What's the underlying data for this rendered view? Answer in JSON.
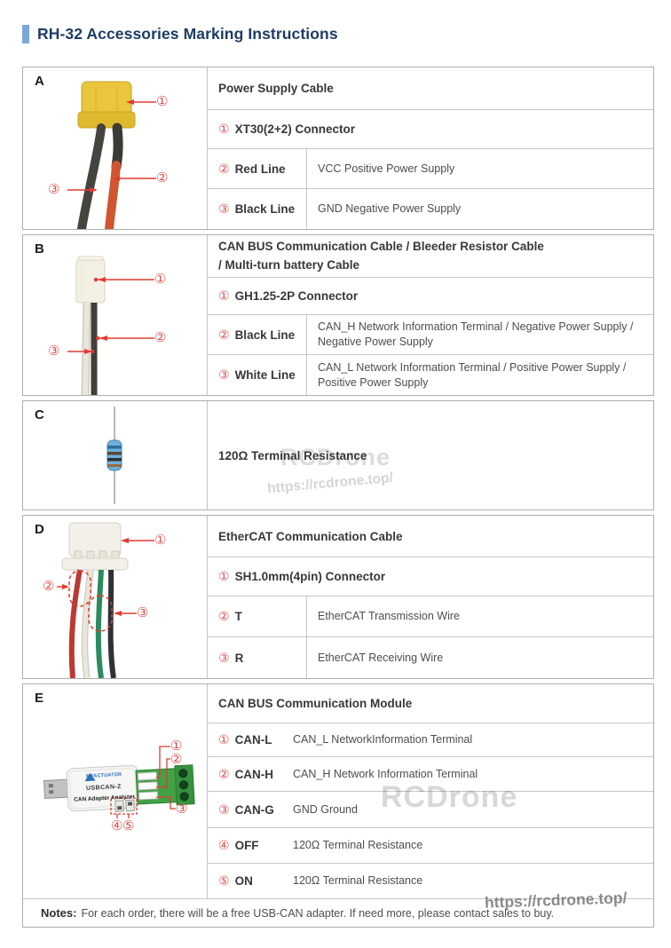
{
  "page": {
    "title": "RH-32 Accessories Marking Instructions"
  },
  "watermarks": {
    "brand": "RCDrone",
    "site": "https://rcdrone.top/"
  },
  "notes": {
    "label": "Notes:",
    "text": "For each order, there will be a free USB-CAN adapter. If need more, please contact sales to buy."
  },
  "sections": {
    "a": {
      "label": "A",
      "title": "Power Supply  Cable",
      "connector": {
        "num": "①",
        "text": "XT30(2+2) Connector"
      },
      "rows": [
        {
          "num": "②",
          "label": "Red Line",
          "desc": "VCC Positive Power Supply"
        },
        {
          "num": "③",
          "label": "Black Line",
          "desc": "GND Negative Power Supply"
        }
      ],
      "callouts": {
        "c1": "①",
        "c2": "②",
        "c3": "③"
      }
    },
    "b": {
      "label": "B",
      "title_line1": "CAN BUS Communication Cable / Bleeder Resistor Cable",
      "title_line2": "/ Multi-turn battery  Cable",
      "connector": {
        "num": "①",
        "text": "GH1.25-2P Connector"
      },
      "rows": [
        {
          "num": "②",
          "label": "Black Line",
          "desc": "CAN_H Network Information Terminal / Negative Power Supply / Negative Power Supply"
        },
        {
          "num": "③",
          "label": "White Line",
          "desc": "CAN_L Network Information Terminal / Positive Power Supply / Positive Power Supply"
        }
      ],
      "callouts": {
        "c1": "①",
        "c2": "②",
        "c3": "③"
      }
    },
    "c": {
      "label": "C",
      "text": "120Ω Terminal Resistance"
    },
    "d": {
      "label": "D",
      "title": "EtherCAT Communication Cable",
      "connector": {
        "num": "①",
        "text": "SH1.0mm(4pin) Connector"
      },
      "rows": [
        {
          "num": "②",
          "label": "T",
          "desc": "EtherCAT Transmission Wire"
        },
        {
          "num": "③",
          "label": "R",
          "desc": "EtherCAT Receiving Wire"
        }
      ],
      "callouts": {
        "c1": "①",
        "c2": "②",
        "c3": "③"
      }
    },
    "e": {
      "label": "E",
      "title": "CAN BUS Communication Module",
      "rows": [
        {
          "num": "①",
          "label": "CAN-L",
          "desc": "CAN_L NetworkInformation Terminal"
        },
        {
          "num": "②",
          "label": "CAN-H",
          "desc": "CAN_H Network Information Terminal"
        },
        {
          "num": "③",
          "label": "CAN-G",
          "desc": "GND Ground"
        },
        {
          "num": "④",
          "label": "OFF",
          "desc": "120Ω Terminal Resistance"
        },
        {
          "num": "⑤",
          "label": "ON",
          "desc": "120Ω Terminal Resistance"
        }
      ],
      "device": {
        "brand": "MYACTUATOR",
        "model": "USBCAN-Z",
        "name": "CAN Adapter Analyzer"
      },
      "callouts": {
        "c1": "①",
        "c2": "②",
        "c3": "③",
        "c4": "④",
        "c5": "⑤"
      }
    }
  }
}
